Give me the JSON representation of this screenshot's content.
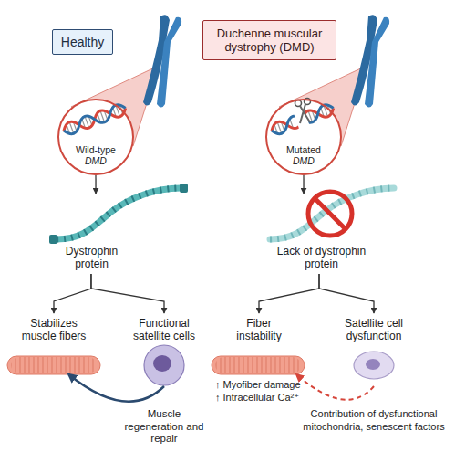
{
  "diagram": {
    "nodes": [
      {
        "text": [
          "Healthy"
        ]
      },
      {
        "text": [
          "Duchenne muscular dystrophy (DMD)"
        ]
      },
      {
        "text": [
          "Wild-type",
          "DMD"
        ]
      },
      {
        "text": [
          "Mutated",
          "DMD"
        ]
      },
      {
        "text": [
          "Dystrophin protein"
        ]
      },
      {
        "text": [
          "Lack of dystrophin protein"
        ]
      },
      {
        "text": [
          "Stabilizes muscle fibers"
        ]
      },
      {
        "text": [
          "Functional satellite cells"
        ]
      },
      {
        "text": [
          "Fiber instability"
        ]
      },
      {
        "text": [
          "Satellite cell dysfunction"
        ]
      }
    ],
    "edges": [
      {
        "from": 2,
        "to": 4,
        "arrow": "to"
      },
      {
        "from": 3,
        "to": 5,
        "arrow": "to"
      },
      {
        "from": 4,
        "to": 6,
        "arrow": "to"
      },
      {
        "from": 4,
        "to": 7,
        "arrow": "to"
      },
      {
        "from": 5,
        "to": 8,
        "arrow": "to"
      },
      {
        "from": 5,
        "to": 9,
        "arrow": "to"
      },
      {
        "from": 7,
        "to": 6,
        "arrow": "to",
        "label": "Muscle regeneration and repair"
      },
      {
        "from": 9,
        "to": 8,
        "arrow": "to",
        "label": "Contribution of dysfunctional mitochondria, senescent factors"
      }
    ],
    "labels": [
      "↑ Myofiber damage",
      "↑ Intracellular Ca²⁺"
    ]
  }
}
